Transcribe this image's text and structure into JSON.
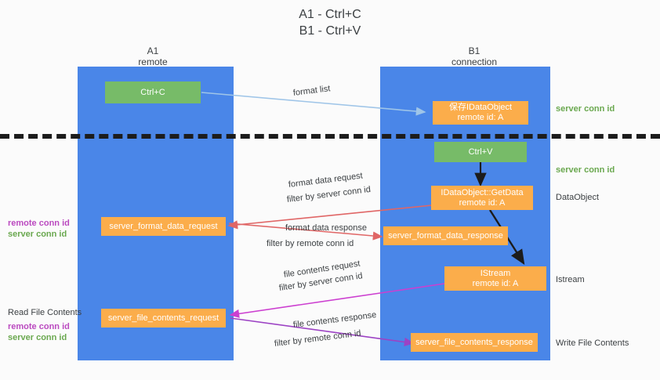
{
  "title": {
    "line1": "A1 - Ctrl+C",
    "line2": "B1 - Ctrl+V"
  },
  "columns": [
    {
      "name": "A1",
      "role": "remote"
    },
    {
      "name": "B1",
      "role": "connection"
    }
  ],
  "colors": {
    "lane": "#4a86e8",
    "green_box": "#77bb68",
    "orange_box": "#fbad4b",
    "server_conn_id": "#6aa84f",
    "remote_conn_id": "#bb4ac0",
    "arrow_blue": "#9fc5e8",
    "arrow_red": "#e06666",
    "arrow_magenta": "#cc3fd0",
    "arrow_purple": "#9c42c4",
    "arrow_black": "#1c1c1c",
    "separator": "#1c1c1c",
    "text": "#3c4043"
  },
  "boxes": {
    "ctrl_c": {
      "line1": "Ctrl+C"
    },
    "save_idataobject": {
      "line1": "保存IDataObject",
      "line2": "remote id: A"
    },
    "ctrl_v": {
      "line1": "Ctrl+V"
    },
    "getdata": {
      "line1": "IDataObject::GetData",
      "line2": "remote id: A"
    },
    "istream": {
      "line1": "IStream",
      "line2": "remote id: A"
    },
    "server_format_data_request": {
      "line1": "server_format_data_request"
    },
    "server_format_data_response": {
      "line1": "server_format_data_response"
    },
    "server_file_contents_request": {
      "line1": "server_file_contents_request"
    },
    "server_file_contents_response": {
      "line1": "server_file_contents_response"
    }
  },
  "edge_labels": {
    "format_list": "format list",
    "format_data_request": "format data request",
    "format_data_request_filter_prefix": "filter by ",
    "format_data_request_filter_value": "server conn id",
    "format_data_response": "format data response",
    "format_data_response_filter_prefix": "filter by ",
    "format_data_response_filter_value": "remote conn id",
    "file_contents_request": "file contents request",
    "file_contents_request_filter_prefix": "filter by ",
    "file_contents_request_filter_value": "server conn id",
    "file_contents_response": "file contents response",
    "file_contents_response_filter_prefix": "filter by ",
    "file_contents_response_filter_value": "remote conn id"
  },
  "right_annotations": {
    "server_conn_id_top": "server conn id",
    "server_conn_id_mid": "server conn id",
    "dataobject": "DataObject",
    "istream": "Istream",
    "write_file_contents": "Write File Contents"
  },
  "left_annotations": {
    "block1_remote": "remote conn id",
    "block1_server": "server conn id",
    "read_file_contents": "Read File Contents",
    "block2_remote": "remote conn id",
    "block2_server": "server conn id"
  }
}
